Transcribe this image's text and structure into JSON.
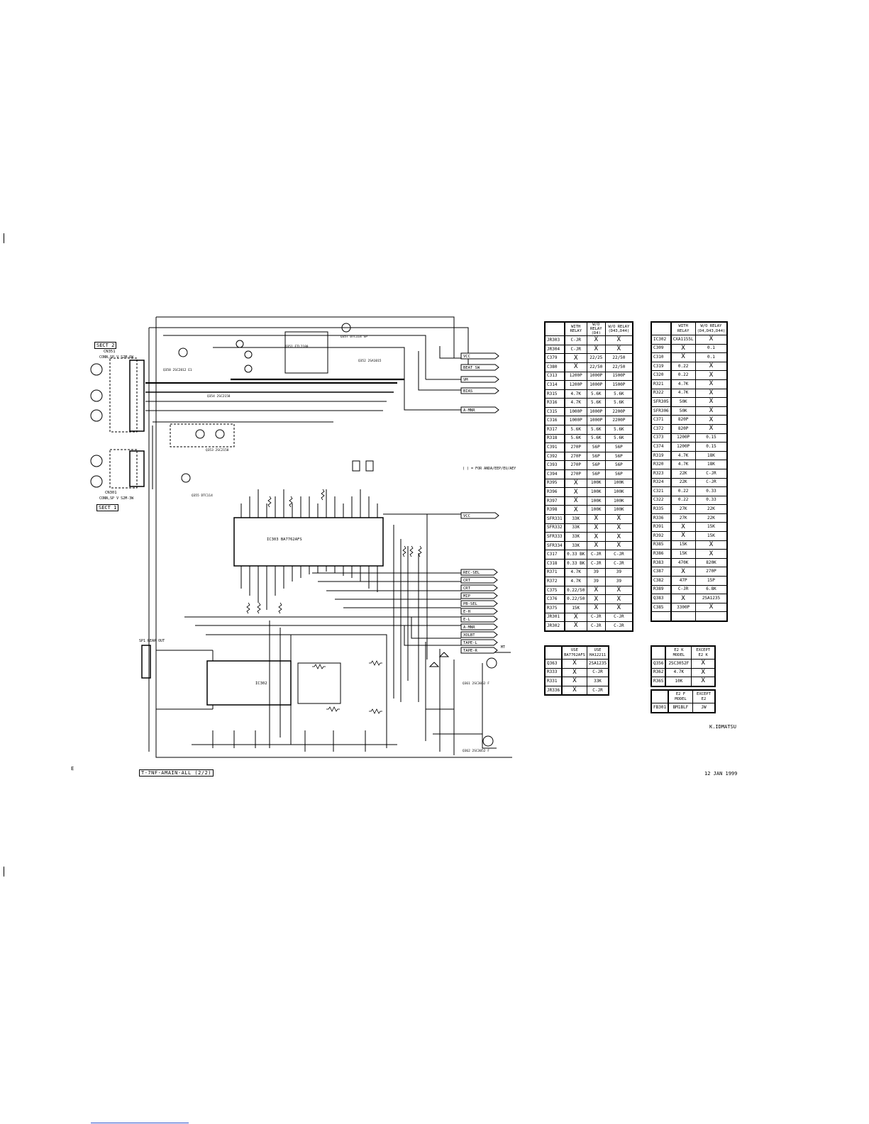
{
  "signals_right": [
    "VCC",
    "BEAT SW",
    "VM",
    "BIAS",
    "A-MNR"
  ],
  "signals_mid": [
    "VCC"
  ],
  "signals_bus": [
    "REC-SEL",
    "CRT",
    "CRT",
    "MIP",
    "PB-SEL",
    "E-H",
    "E-L",
    "A-MNR",
    "XOLBT"
  ],
  "signals_tape": [
    "TAPE-L",
    "TAPE-R"
  ],
  "signal_mt": "MT",
  "ic_main": "IC303 BA7762AFS",
  "ic_sub": "IC302",
  "conn_top": "CN351",
  "conn_top_desc": "CONN,SP V S2M-6W",
  "conn_bot": "CN301",
  "conn_bot_desc": "CONN,SP V S2M-3W",
  "sect_labels": [
    "SECT 2",
    "SECT 1"
  ],
  "spk_out": "SP1 REAR OUT",
  "note": "( ) = FOR ANDA/EEP/EU/AEY",
  "transistors": [
    "Q358 2SC2812 E1",
    "Q354 2SC2158",
    "Q353 2SC2158",
    "Q357 DTC114 SP",
    "Q352 2SA1015",
    "Q351 ETL2180",
    "Q361 2SC3052 F",
    "Q362 2SC3052 F",
    "Q355 DTC114"
  ],
  "table_a": {
    "headers": [
      "",
      "WITH RELAY",
      "W/O RELAY (D4)",
      "W/O RELAY (D43,D44)"
    ],
    "rows": [
      [
        "JR303",
        "C-JR",
        "X",
        "X"
      ],
      [
        "JR304",
        "C-JR",
        "X",
        "X"
      ],
      [
        "C379",
        "X",
        "22/25",
        "22/50"
      ],
      [
        "C380",
        "X",
        "22/50",
        "22/50"
      ],
      [
        "C313",
        "1200P",
        "1000P",
        "1500P"
      ],
      [
        "C314",
        "1200P",
        "1000P",
        "1500P"
      ],
      [
        "R315",
        "4.7K",
        "5.6K",
        "5.6K"
      ],
      [
        "R316",
        "4.7K",
        "5.6K",
        "5.6K"
      ],
      [
        "C315",
        "1000P",
        "1000P",
        "2200P"
      ],
      [
        "C316",
        "1000P",
        "1000P",
        "2200P"
      ],
      [
        "R317",
        "5.6K",
        "5.6K",
        "5.6K"
      ],
      [
        "R318",
        "5.6K",
        "5.6K",
        "5.6K"
      ],
      [
        "C391",
        "270P",
        "56P",
        "56P"
      ],
      [
        "C392",
        "270P",
        "56P",
        "56P"
      ],
      [
        "C393",
        "270P",
        "56P",
        "56P"
      ],
      [
        "C394",
        "270P",
        "56P",
        "56P"
      ],
      [
        "R395",
        "X",
        "100K",
        "100K"
      ],
      [
        "R396",
        "X",
        "100K",
        "100K"
      ],
      [
        "R397",
        "X",
        "100K",
        "100K"
      ],
      [
        "R398",
        "X",
        "100K",
        "100K"
      ],
      [
        "SFR331",
        "33K",
        "X",
        "X"
      ],
      [
        "SFR332",
        "33K",
        "X",
        "X"
      ],
      [
        "SFR333",
        "33K",
        "X",
        "X"
      ],
      [
        "SFR334",
        "33K",
        "X",
        "X"
      ],
      [
        "C317",
        "0.33 BK",
        "C-JR",
        "C-JR"
      ],
      [
        "C318",
        "0.33 BK",
        "C-JR",
        "C-JR"
      ],
      [
        "R371",
        "4.7K",
        "39",
        "39"
      ],
      [
        "R372",
        "4.7K",
        "39",
        "39"
      ],
      [
        "C375",
        "0.22/50",
        "X",
        "X"
      ],
      [
        "C376",
        "0.22/50",
        "X",
        "X"
      ],
      [
        "R375",
        "15K",
        "X",
        "X"
      ],
      [
        "JR301",
        "X",
        "C-JR",
        "C-JR"
      ],
      [
        "JR302",
        "X",
        "C-JR",
        "C-JR"
      ]
    ]
  },
  "table_b": {
    "headers": [
      "",
      "WITH RELAY",
      "W/O RELAY (D4,D43,D44)"
    ],
    "rows": [
      [
        "IC302",
        "CXA1155L",
        "X"
      ],
      [
        "C309",
        "X",
        "0.1"
      ],
      [
        "C310",
        "X",
        "0.1"
      ],
      [
        "C319",
        "0.22",
        "X"
      ],
      [
        "C320",
        "0.22",
        "X"
      ],
      [
        "R321",
        "4.7K",
        "X"
      ],
      [
        "R322",
        "4.7K",
        "X"
      ],
      [
        "SFR305",
        "50K",
        "X"
      ],
      [
        "SFR306",
        "50K",
        "X"
      ],
      [
        "C371",
        "820P",
        "X"
      ],
      [
        "C372",
        "820P",
        "X"
      ],
      [
        "C373",
        "1200P",
        "0.15"
      ],
      [
        "C374",
        "1200P",
        "0.15"
      ],
      [
        "R319",
        "4.7K",
        "18K"
      ],
      [
        "R320",
        "4.7K",
        "18K"
      ],
      [
        "R323",
        "22K",
        "C-JR"
      ],
      [
        "R324",
        "22K",
        "C-JR"
      ],
      [
        "C321",
        "0.22",
        "0.33"
      ],
      [
        "C322",
        "0.22",
        "0.33"
      ],
      [
        "R335",
        "27K",
        "22K"
      ],
      [
        "R336",
        "27K",
        "22K"
      ],
      [
        "R391",
        "X",
        "15K"
      ],
      [
        "R392",
        "X",
        "15K"
      ],
      [
        "R385",
        "15K",
        "X"
      ],
      [
        "R386",
        "15K",
        "X"
      ],
      [
        "R383",
        "470K",
        "820K"
      ],
      [
        "C387",
        "X",
        "270P"
      ],
      [
        "C382",
        "47P",
        "15P"
      ],
      [
        "R389",
        "C-JR",
        "6.8K"
      ],
      [
        "Q383",
        "X",
        "2SA1235"
      ],
      [
        "C385",
        "3300P",
        "X"
      ],
      [
        "",
        "",
        " "
      ]
    ]
  },
  "table_c": {
    "headers": [
      "",
      "USE BA7762AFS",
      "USE HA12211"
    ],
    "rows": [
      [
        "Q363",
        "X",
        "2SA1235"
      ],
      [
        "R333",
        "X",
        "C-JR"
      ],
      [
        "R331",
        "X",
        "33K"
      ],
      [
        "JR336",
        "X",
        "C-JR"
      ]
    ]
  },
  "table_d": {
    "headers": [
      "",
      "E2 K MODEL",
      "EXCEPT E2 K"
    ],
    "rows": [
      [
        "Q356",
        "2SC3052F",
        "X"
      ],
      [
        "R362",
        "4.7K",
        "X"
      ],
      [
        "R365",
        "10K",
        "X"
      ]
    ]
  },
  "table_e": {
    "headers": [
      "",
      "E2 F MODEL",
      "EXCEPT E2"
    ],
    "rows": [
      [
        "FB301",
        "BM1BLF",
        "JW"
      ]
    ]
  },
  "drafter": "K.IDMATSU",
  "date": "12 JAN 1999",
  "drawing_no": "T-7NF-AMAIN-ALL (2/2)",
  "edge_mark": "E"
}
